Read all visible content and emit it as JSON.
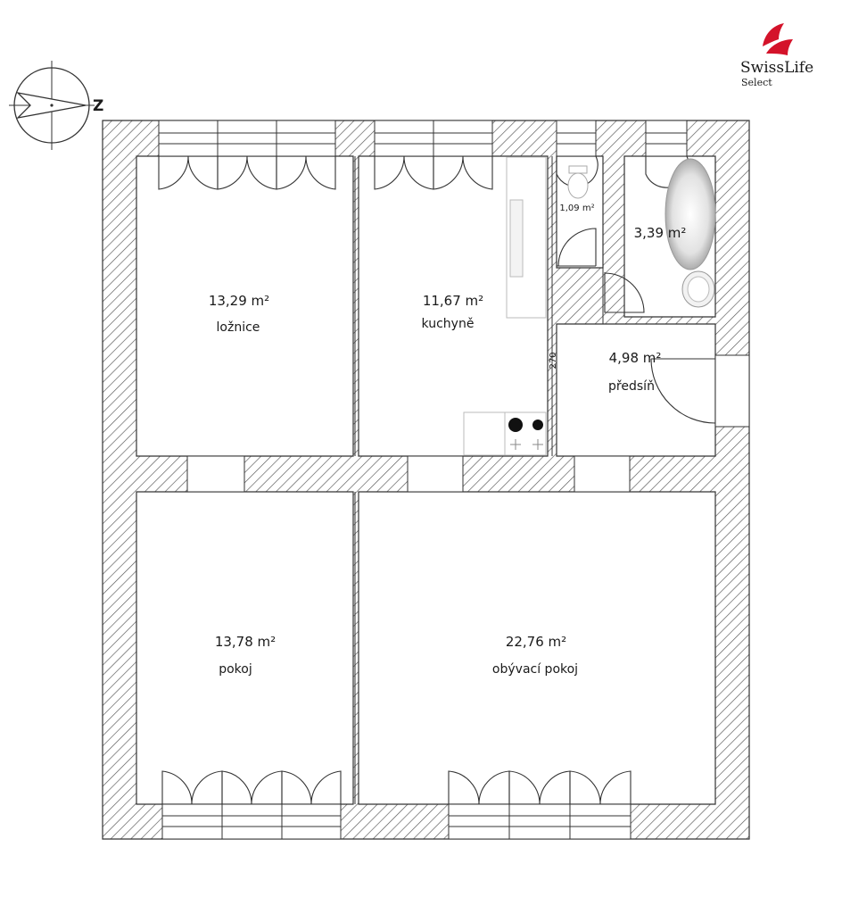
{
  "brand": {
    "name": "SwissLife",
    "sub": "Select",
    "accent": "#d4132a"
  },
  "compass": {
    "letter": "Z"
  },
  "rooms": {
    "loznice": {
      "area": "13,29 m²",
      "name": "ložnice"
    },
    "kuchyne": {
      "area": "11,67 m²",
      "name": "kuchyně"
    },
    "wc": {
      "area": "1,09 m²"
    },
    "koupelna": {
      "area": "3,39 m²"
    },
    "predsin": {
      "area": "4,98 m²",
      "name": "předsíň"
    },
    "pokoj": {
      "area": "13,78 m²",
      "name": "pokoj"
    },
    "obyvaci": {
      "area": "22,76 m²",
      "name": "obývací pokoj"
    }
  },
  "dimension": {
    "value": "270"
  },
  "colors": {
    "wall": "#333333",
    "hatch": "#555555",
    "fixture": "#bbbbbb"
  }
}
